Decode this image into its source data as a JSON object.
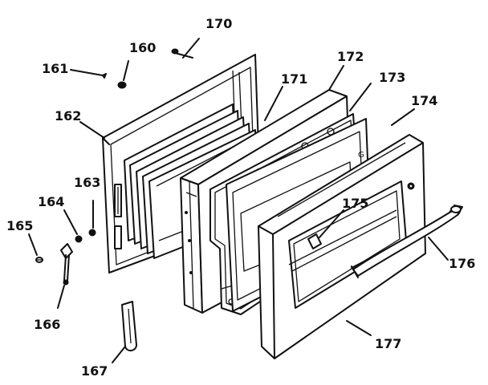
{
  "diagram": {
    "labels": {
      "p160": "160",
      "p161": "161",
      "p162": "162",
      "p163": "163",
      "p164": "164",
      "p165": "165",
      "p166": "166",
      "p167": "167",
      "p170": "170",
      "p171": "171",
      "p172": "172",
      "p173": "173",
      "p174": "174",
      "p175": "175",
      "p176": "176",
      "p177": "177"
    },
    "colors": {
      "ink": "#111111",
      "paper": "#ffffff"
    }
  }
}
